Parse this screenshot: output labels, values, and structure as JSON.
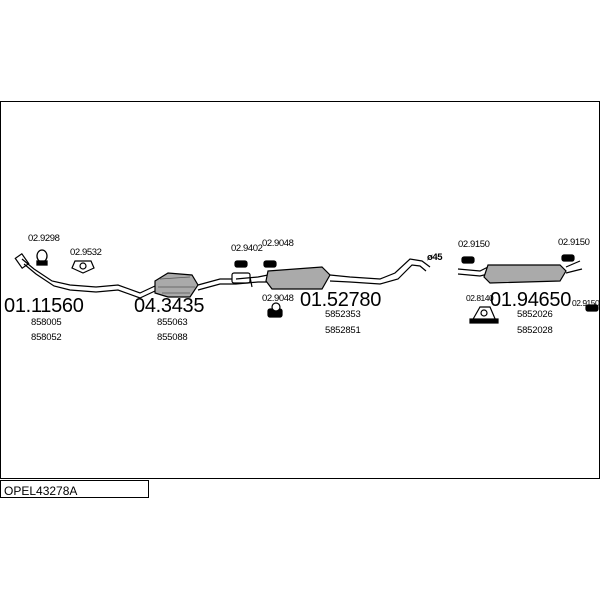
{
  "diagram": {
    "sections": [
      {
        "part_number": "01.11560",
        "oem_numbers": [
          "858005",
          "858052"
        ]
      },
      {
        "part_number": "04.3435",
        "oem_numbers": [
          "855063",
          "855088"
        ]
      },
      {
        "part_number": "01.52780",
        "oem_numbers": [
          "5852353",
          "5852851"
        ]
      },
      {
        "part_number": "01.94650",
        "oem_numbers": [
          "5852026",
          "5852028"
        ]
      }
    ],
    "accessories": [
      {
        "code": "02.9298"
      },
      {
        "code": "02.9532"
      },
      {
        "code": "02.9402"
      },
      {
        "code": "02.9048"
      },
      {
        "code": "02.9048"
      },
      {
        "code": "02.9150"
      },
      {
        "code": "02.9150"
      },
      {
        "code": "02.8140"
      },
      {
        "code": "02.9150"
      }
    ],
    "pipe_diameter": "ø45"
  },
  "footer": {
    "system_code": "OPEL43278A"
  }
}
